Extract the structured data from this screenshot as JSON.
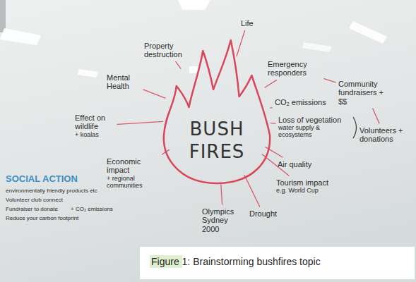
{
  "diagram": {
    "caption": "Figure 1: Brainstorming bushfires topic",
    "nodes": [
      {
        "text": [
          "BUSH FIRES"
        ]
      },
      {
        "text": [
          "Property destruction"
        ]
      },
      {
        "text": [
          "Life"
        ]
      },
      {
        "text": [
          "Emergency responders"
        ]
      },
      {
        "text": [
          "Community fundraisers + $$"
        ]
      },
      {
        "text": [
          "Volunteers + donations"
        ]
      },
      {
        "text": [
          "CO₂ emissions"
        ]
      },
      {
        "text": [
          "Loss of vegetation",
          "water supply & ecosystems"
        ]
      },
      {
        "text": [
          "Air quality"
        ]
      },
      {
        "text": [
          "Tourism impact",
          "e.g. World Cup"
        ]
      },
      {
        "text": [
          "Drought"
        ]
      },
      {
        "text": [
          "Olympics Sydney 2000"
        ]
      },
      {
        "text": [
          "Economic impact",
          "+ regional communities"
        ]
      },
      {
        "text": [
          "Effect on wildlife",
          "+ koalas"
        ]
      },
      {
        "text": [
          "Mental Health"
        ]
      }
    ],
    "edges": [
      {
        "from": 0,
        "to": 1,
        "arrow": "none"
      },
      {
        "from": 0,
        "to": 2,
        "arrow": "none"
      },
      {
        "from": 0,
        "to": 3,
        "arrow": "none"
      },
      {
        "from": 3,
        "to": 4,
        "arrow": "none"
      },
      {
        "from": 4,
        "to": 5,
        "arrow": "none"
      },
      {
        "from": 0,
        "to": 6,
        "arrow": "none"
      },
      {
        "from": 0,
        "to": 7,
        "arrow": "none"
      },
      {
        "from": 0,
        "to": 8,
        "arrow": "none"
      },
      {
        "from": 0,
        "to": 9,
        "arrow": "none"
      },
      {
        "from": 0,
        "to": 10,
        "arrow": "none"
      },
      {
        "from": 0,
        "to": 11,
        "arrow": "none"
      },
      {
        "from": 0,
        "to": 12,
        "arrow": "none"
      },
      {
        "from": 0,
        "to": 13,
        "arrow": "none"
      },
      {
        "from": 0,
        "to": 14,
        "arrow": "none"
      }
    ],
    "labels": [
      "SOCIAL ACTION",
      "environmentally friendly products etc",
      "Volunteer club connect",
      "Fundraiser to donate",
      "+ CO₂ emissions",
      "Reduce your carbon footprint"
    ]
  }
}
